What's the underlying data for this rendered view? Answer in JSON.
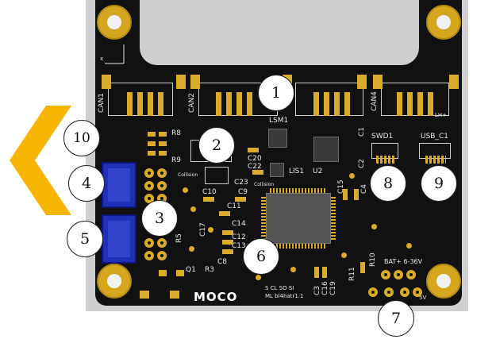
{
  "colors": {
    "board": "#111111",
    "copper": "#d8ac2a",
    "silkscreen": "#e8e8e8",
    "connector_blue": "#1f2fb8",
    "arrow": "#f4b400",
    "background": "#cfcfd2"
  },
  "board": {
    "logo": "MOCO",
    "silk_labels": {
      "can1": "CAN1",
      "can2": "CAN2",
      "can4": "CAN4",
      "lsm1": "LSM1",
      "lis1": "LIS1",
      "u2": "U2",
      "swd1": "SWD1",
      "usb": "USB_C1",
      "r8": "R8",
      "r9": "R9",
      "collision1": "Collision",
      "collision2": "Collision",
      "c20": "C20",
      "c22": "C22",
      "c23": "C23",
      "c10": "C10",
      "c9": "C9",
      "c11": "C11",
      "c14": "C14",
      "c12": "C12",
      "c13": "C13",
      "c17": "C17",
      "c8": "C8",
      "c15": "C15",
      "c4": "C4",
      "c2": "C2",
      "c1": "C1",
      "c3": "C3",
      "c16": "C16",
      "c19": "C19",
      "r11": "R11",
      "r10": "R10",
      "r3": "R3",
      "r5": "R5",
      "q1": "Q1",
      "bat": "BAT+ 6-36V",
      "lh": "LH+",
      "power_note": "5V",
      "spi": "S CL SO SI",
      "rev": "ML bl4hatr1.1"
    }
  },
  "callouts": [
    "1",
    "2",
    "3",
    "4",
    "5",
    "6",
    "7",
    "8",
    "9",
    "10"
  ],
  "icons": {
    "direction_arrow": "chevron-left-icon",
    "axis_marker": "axis-icon"
  }
}
